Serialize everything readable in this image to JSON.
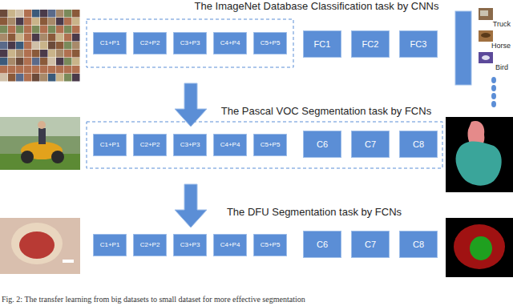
{
  "diagram": {
    "caption": "Fig. 2: The transfer learning from big datasets to small dataset for more effective segmentation",
    "nodes": [
      {
        "text": [
          "C1+P1"
        ]
      },
      {
        "text": [
          "C2+P2"
        ]
      },
      {
        "text": [
          "C3+P3"
        ]
      },
      {
        "text": [
          "C4+P4"
        ]
      },
      {
        "text": [
          "C5+P5"
        ]
      },
      {
        "text": [
          "FC1"
        ]
      },
      {
        "text": [
          "FC2"
        ]
      },
      {
        "text": [
          "FC3"
        ]
      },
      {
        "text": [
          "C1+P1"
        ]
      },
      {
        "text": [
          "C2+P2"
        ]
      },
      {
        "text": [
          "C3+P3"
        ]
      },
      {
        "text": [
          "C4+P4"
        ]
      },
      {
        "text": [
          "C5+P5"
        ]
      },
      {
        "text": [
          "C6"
        ]
      },
      {
        "text": [
          "C7"
        ]
      },
      {
        "text": [
          "C8"
        ]
      },
      {
        "text": [
          "C1+P1"
        ]
      },
      {
        "text": [
          "C2+P2"
        ]
      },
      {
        "text": [
          "C3+P3"
        ]
      },
      {
        "text": [
          "C4+P4"
        ]
      },
      {
        "text": [
          "C5+P5"
        ]
      },
      {
        "text": [
          "C6"
        ]
      },
      {
        "text": [
          "C7"
        ]
      },
      {
        "text": [
          "C8"
        ]
      }
    ],
    "labels": [
      "The ImageNet Database Classification task by CNNs",
      "Truck",
      "Horse",
      "Bird",
      "The Pascal VOC Segmentation task by FCNs",
      "The DFU Segmentation task by FCNs"
    ]
  }
}
